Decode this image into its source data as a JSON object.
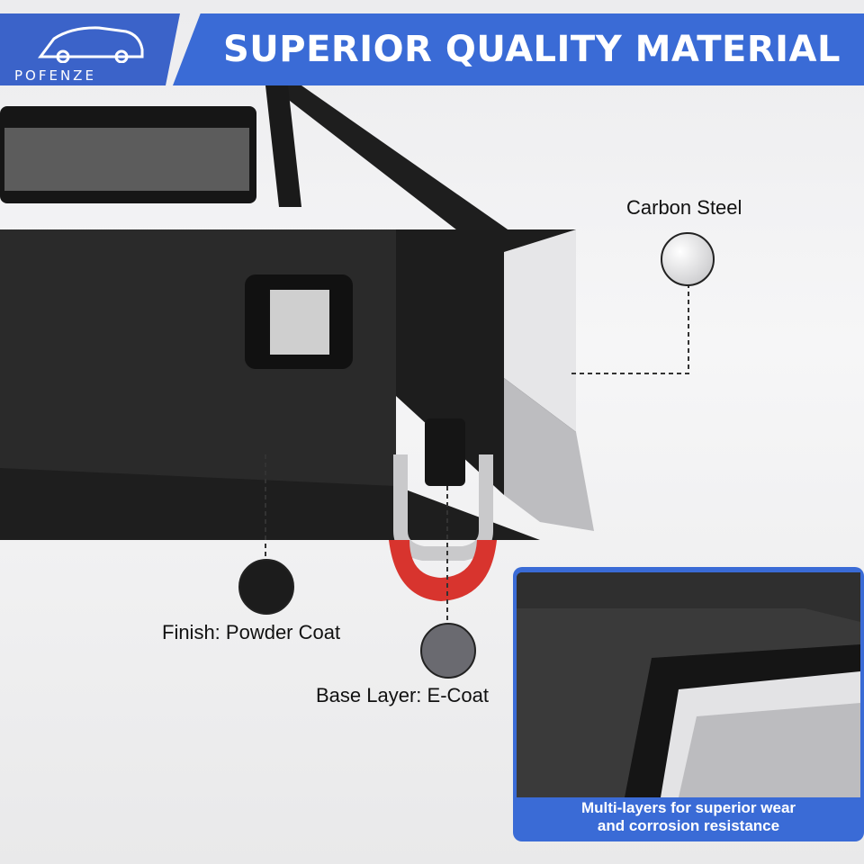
{
  "brand": {
    "logo_text": "POFENZE"
  },
  "header": {
    "title": "SUPERIOR QUALITY MATERIAL"
  },
  "labels": {
    "carbon_steel": "Carbon Steel",
    "finish": "Finish: Powder Coat",
    "base_layer": "Base Layer: E-Coat"
  },
  "callout": {
    "line1": "Multi-layers for superior wear",
    "line2": "and corrosion resistance"
  },
  "colors": {
    "accent_blue": "#3a6bd6",
    "shackle_red": "#d8342e",
    "steel_silver": "#d9d9db",
    "powder_black": "#1c1c1c",
    "ecoat_gray": "#6a6a70"
  }
}
